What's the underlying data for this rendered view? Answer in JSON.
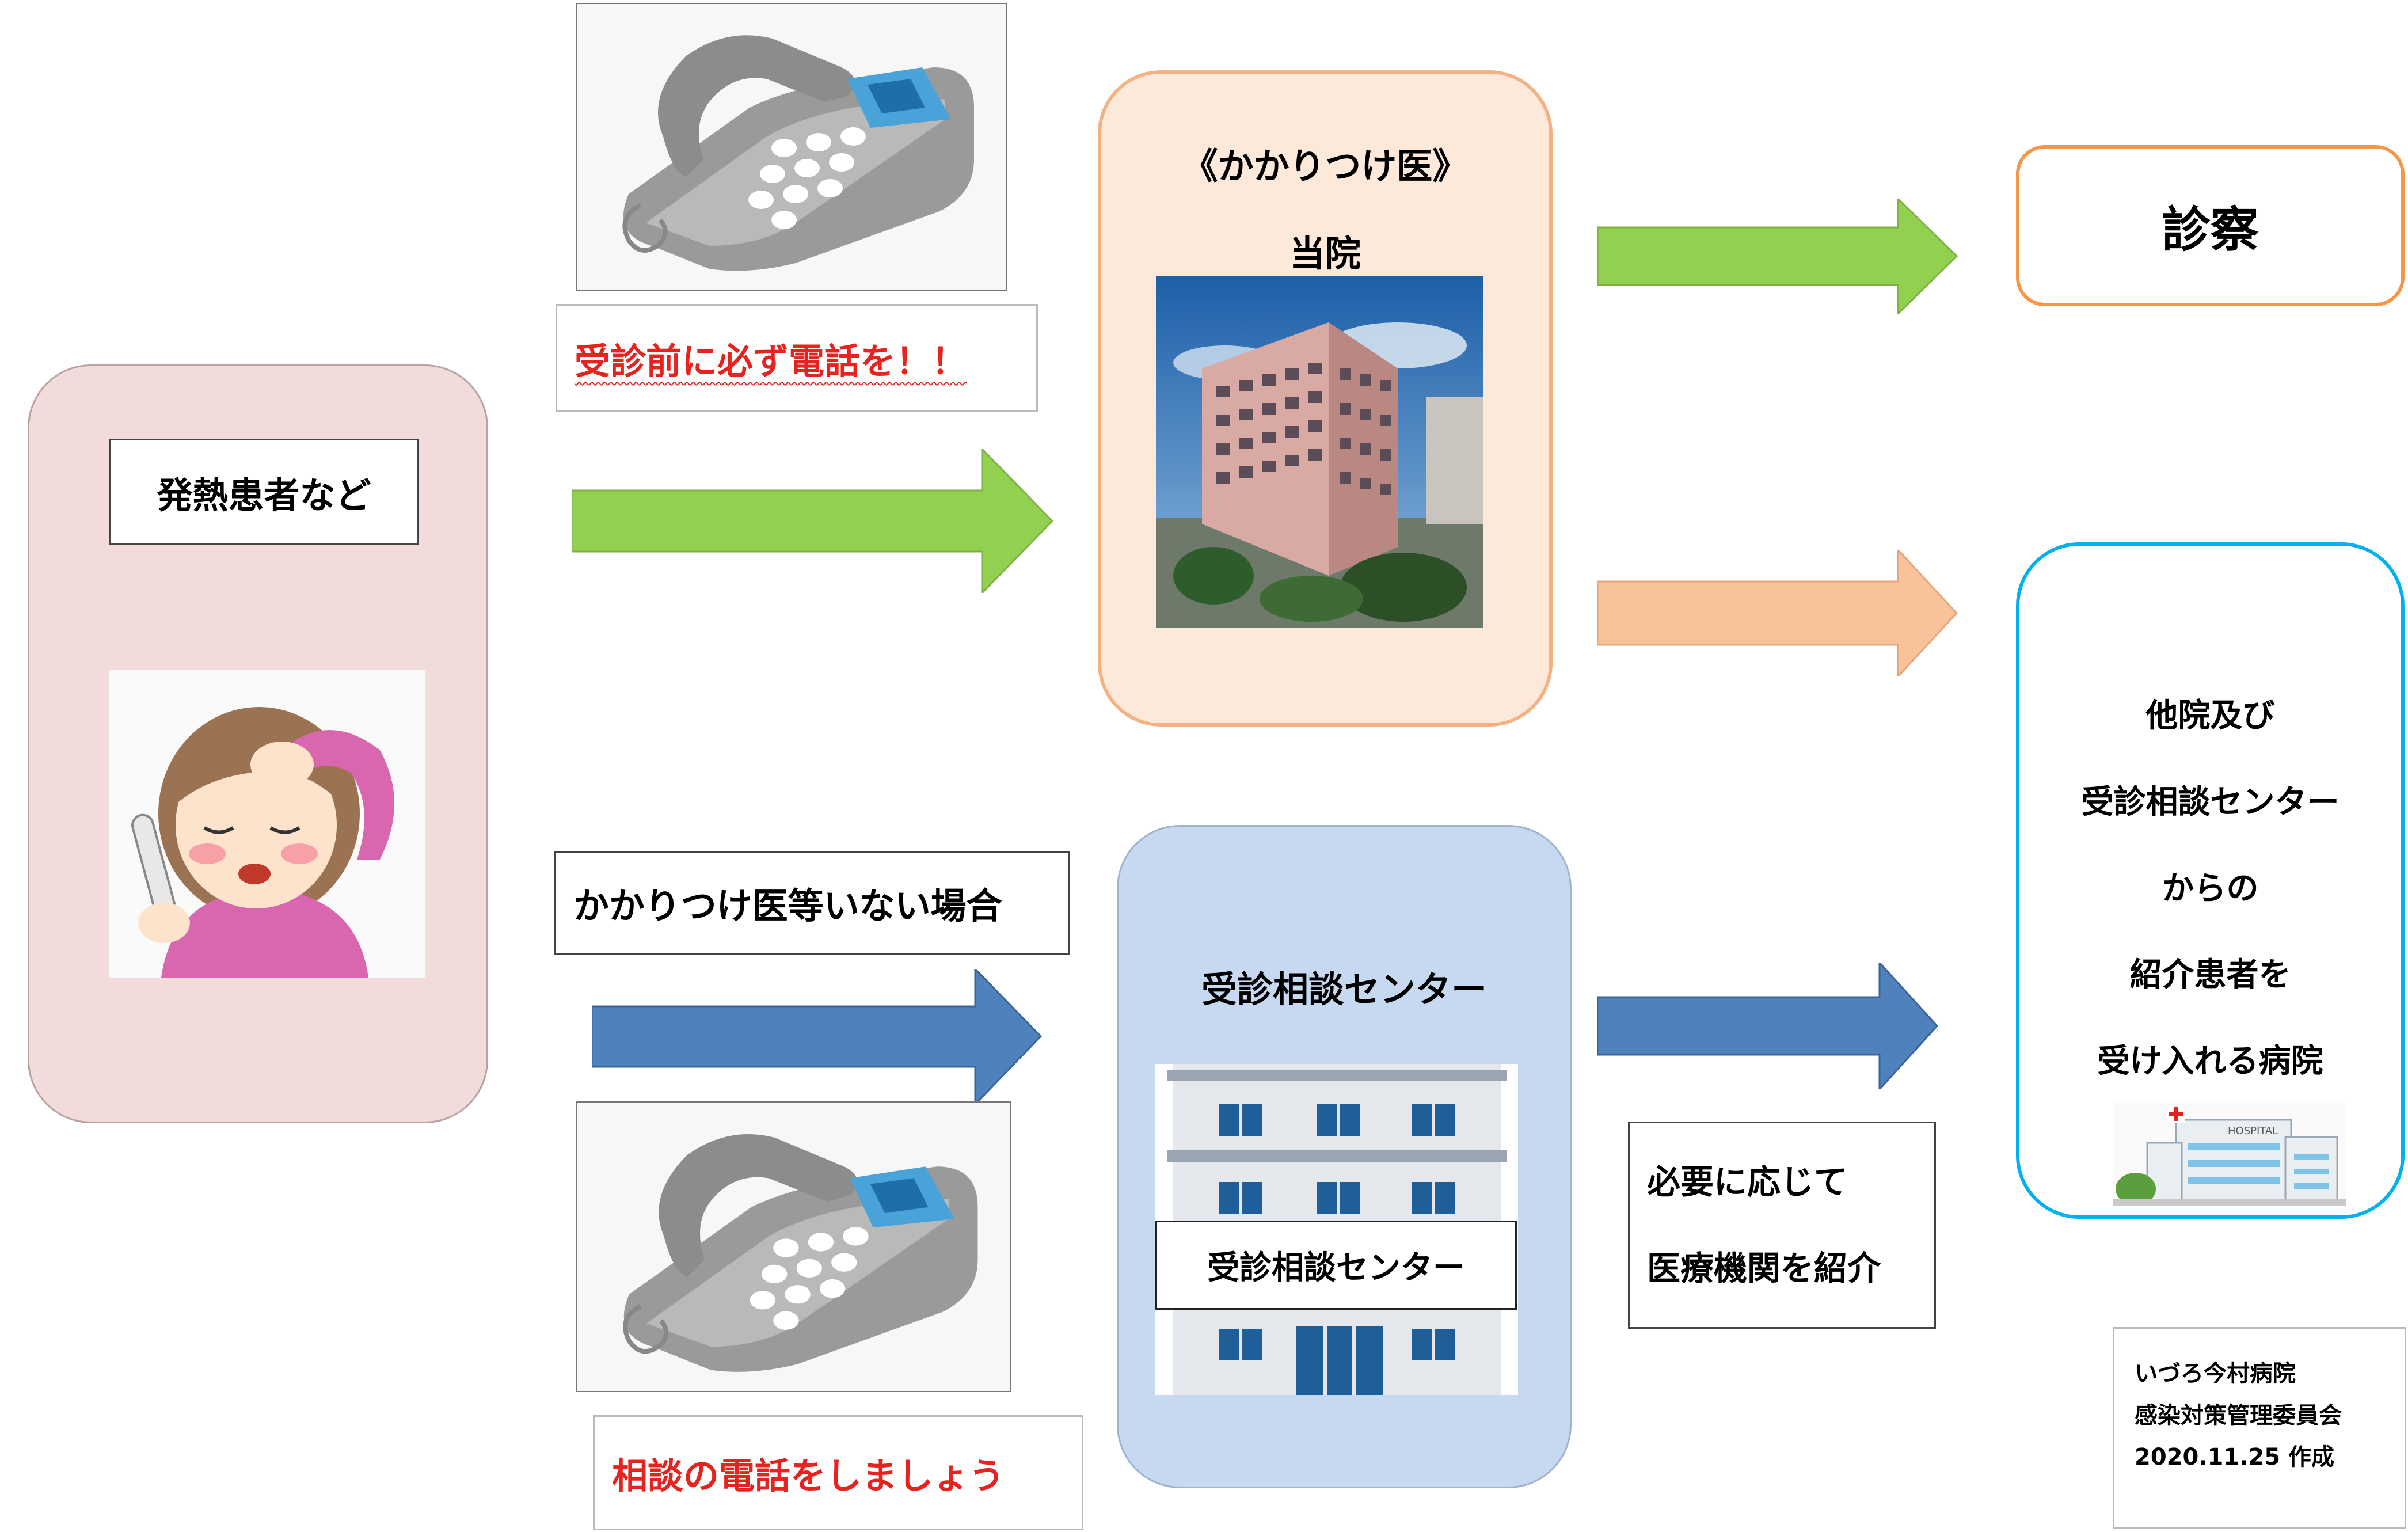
{
  "patient": {
    "label": "発熱患者など"
  },
  "phone_notice": {
    "text": "受診前に必ず電話を！！",
    "color": "#e8231f"
  },
  "family_doctor": {
    "heading": "《かかりつけ医》",
    "name": "当院"
  },
  "diagnosis": {
    "label": "診察"
  },
  "no_doctor": {
    "text": "かかりつけ医等いない場合"
  },
  "center": {
    "title": "受診相談センター",
    "sign": "受診相談センター"
  },
  "consult_notice": {
    "text": "相談の電話をしましょう",
    "color": "#e8231f"
  },
  "referral": {
    "line1": "必要に応じて",
    "line2": "医療機関を紹介"
  },
  "receiving_hospital": {
    "lines": [
      "他院及び",
      "受診相談センター",
      "からの",
      "紹介患者を",
      "受け入れる病院"
    ],
    "sign": "HOSPITAL"
  },
  "footer": {
    "line1": "いづろ今村病院",
    "line2": "感染対策管理委員会",
    "line3": "2020.11.25 作成"
  },
  "colors": {
    "green_arrow": "#92d050",
    "orange_arrow": "#f8c39a",
    "blue_arrow": "#4f81bd",
    "patient_box": "#f2dcdb",
    "doctor_box": "#fde9d9",
    "doctor_border": "#f4b183",
    "center_box": "#c6d9f1",
    "diagnosis_border": "#f79646",
    "hospital_border": "#00b0f0"
  }
}
